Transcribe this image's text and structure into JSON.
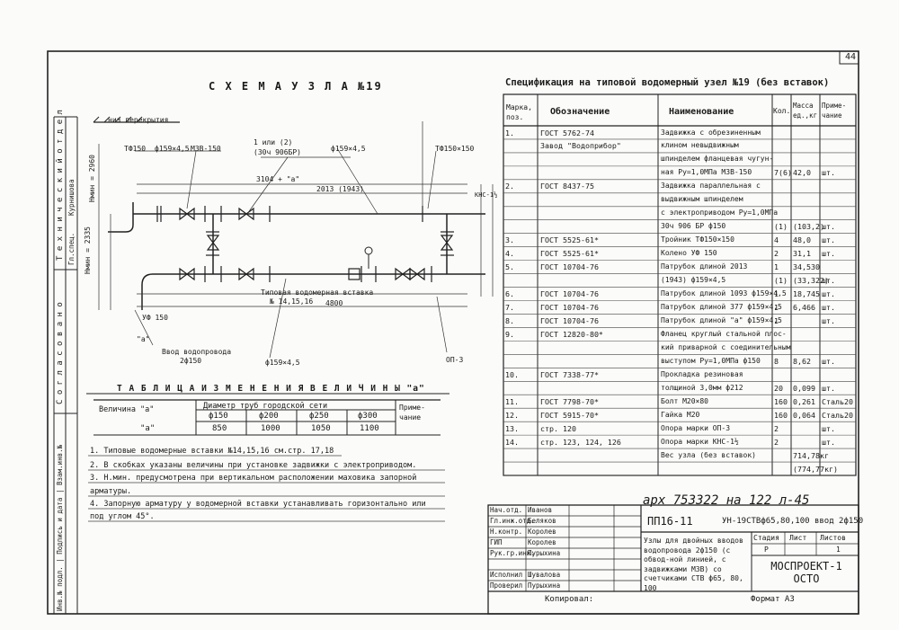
{
  "page_number": "44",
  "scheme_title": "С Х Е М А   У З Л А   №19",
  "spec_title": "Спецификация на типовой водомерный узел №19 (без вставок)",
  "spec_headers": [
    "Марка, поз.",
    "Обозначение",
    "Наименование",
    "Кол.",
    "Масса ед.,кг",
    "Приме-чание"
  ],
  "spec_rows": [
    [
      "1.",
      "ГОСТ 5762-74",
      "Задвижка с обрезиненным",
      "",
      "",
      ""
    ],
    [
      "",
      "Завод \"Водоприбор\"",
      "клином невыдвижным",
      "",
      "",
      ""
    ],
    [
      "",
      "",
      "шпинделем фланцевая чугун-",
      "",
      "",
      ""
    ],
    [
      "",
      "",
      "ная Ру=1,0МПа  М3В-150",
      "7(6)",
      "42,0",
      "шт."
    ],
    [
      "2.",
      "ГОСТ 8437-75",
      "Задвижка параллельная с",
      "",
      "",
      ""
    ],
    [
      "",
      "",
      "выдвижным шпинделем",
      "",
      "",
      ""
    ],
    [
      "",
      "",
      "с электроприводом Ру=1,0МПа",
      "",
      "",
      ""
    ],
    [
      "",
      "",
      "30ч 906 БР        ф150",
      "(1)",
      "(103,2)",
      "шт."
    ],
    [
      "3.",
      "ГОСТ 5525-61*",
      "Тройник ТФ150×150",
      "4",
      "48,0",
      "шт."
    ],
    [
      "4.",
      "ГОСТ 5525-61*",
      "Колено УФ 150",
      "2",
      "31,1",
      "шт."
    ],
    [
      "5.",
      "ГОСТ 10704-76",
      "Патрубок длиной 2013",
      "1",
      "34,530",
      ""
    ],
    [
      "",
      "",
      "(1943)         ф159×4,5",
      "(1)",
      "(33,322)",
      "шт."
    ],
    [
      "6.",
      "ГОСТ 10704-76",
      "Патрубок длиной 1093 ф159×4,5",
      "1",
      "18,745",
      "шт."
    ],
    [
      "7.",
      "ГОСТ 10704-76",
      "Патрубок длиной 377 ф159×4,5",
      "1",
      "6,466",
      "шт."
    ],
    [
      "8.",
      "ГОСТ 10704-76",
      "Патрубок длиной \"а\" ф159×4,5",
      "1",
      "",
      "шт."
    ],
    [
      "9.",
      "ГОСТ 12820-80*",
      "Фланец круглый стальной плос-",
      "",
      "",
      ""
    ],
    [
      "",
      "",
      "кий приварной с соединительным",
      "",
      "",
      ""
    ],
    [
      "",
      "",
      "выступом  Ру=1,0МПа  ф150",
      "8",
      "8,62",
      "шт."
    ],
    [
      "10.",
      "ГОСТ 7338-77*",
      "Прокладка резиновая",
      "",
      "",
      ""
    ],
    [
      "",
      "",
      "толщиной 3,0мм    ф212",
      "20",
      "0,099",
      "шт."
    ],
    [
      "11.",
      "ГОСТ 7798-70*",
      "Болт М20×80",
      "160",
      "0,261",
      "Сталь20"
    ],
    [
      "12.",
      "ГОСТ 5915-70*",
      "Гайка М20",
      "160",
      "0,064",
      "Сталь20"
    ],
    [
      "13.",
      "стр. 120",
      "Опора марки ОП-3",
      "2",
      "",
      "шт."
    ],
    [
      "14.",
      "стр. 123, 124, 126",
      "Опора марки КНС-1½",
      "2",
      "",
      "шт."
    ],
    [
      "",
      "",
      "Вес узла (без вставок)",
      "",
      "714,78кг",
      ""
    ],
    [
      "",
      "",
      "",
      "",
      "(774,77кг)",
      ""
    ]
  ],
  "changes_table": {
    "title": "Т А Б Л И Ц А   И З М Е Н Е Н И Я   В Е Л И Ч И Н Ы   \"а\"",
    "col_value": "Величина \"а\"",
    "col_diam": "Диаметр труб городской сети",
    "col_note": "Приме-чание",
    "diams": [
      "ф150",
      "ф200",
      "ф250",
      "ф300"
    ],
    "row_label": "\"а\"",
    "values": [
      "850",
      "1000",
      "1050",
      "1100"
    ]
  },
  "notes": [
    "1. Типовые водомерные вставки №14,15,16 см.стр. 17,18",
    "2. В скобках указаны величины при установке задвижки с электроприводом.",
    "3. Н.мин. предусмотрена при вертикальном расположении маховика запорной",
    "    арматуры.",
    "4. Запорную арматуру у водомерной вставки устанавливать горизонтально или",
    "    под углом 45°."
  ],
  "archive_number": "арх 753322 на 122 л-45",
  "doc_code": "ПП16-11",
  "node_code": "УН-19СТВф65,80,100 ввод 2ф150",
  "project_title": "Узлы для двойных вводов водопровода 2ф150 (с обвод-ной линией, с задвижками М3В) со счетчиками СТВ ф65, 80, 100",
  "org": "МОСПРОЕКТ-1 ОСТО",
  "stage_hdr": [
    "Стадия",
    "Лист",
    "Листов"
  ],
  "stage_vals": [
    "Р",
    "",
    "1"
  ],
  "signers": [
    [
      "Нач.отд.",
      "Иванов"
    ],
    [
      "Гл.инж.отд.",
      "Беляков"
    ],
    [
      "Н.контр.",
      "Королев"
    ],
    [
      "ГИП",
      "Королев"
    ],
    [
      "Рук.гр.инж.",
      "Пурыхина"
    ],
    [
      " ",
      " "
    ],
    [
      "Исполнил",
      "Шувалова"
    ],
    [
      "Проверил",
      "Пурыхина"
    ]
  ],
  "copied": "Копировал:",
  "format": "Формат А3",
  "side_dept": "Т е х н и ч е с к и й   о т д е л",
  "side_agreed": "С о г л а с о в а н о",
  "side_specialist": "Гл.спец.",
  "side_kurnishova": "Курнишова",
  "side_stamp": "Инв.№ подл. | Подпись и дата | Взам.инв.№",
  "scheme_labels": {
    "floor": "низ перекрытия",
    "tf_left": "ТФ150",
    "d159_a": "ф159×4,5",
    "m3v": "М3В-150",
    "ins_1": "1 или (2)",
    "ins_2": "(30ч 906БР)",
    "d159_b": "ф159×4,5",
    "tf_right": "ТФ150×150",
    "dim_3104": "3104 + \"а\"",
    "dim_2013": "2013 (1943)",
    "insert": "Типовая водомерная вставка",
    "insert_no": "№ 14,15,16",
    "dim_4800": "4800",
    "entry_1": "Ввод водопровода",
    "entry_2": "2ф150",
    "d159_c": "ф159×4,5",
    "op3": "ОП-3",
    "kns": "КНС-1½",
    "uf150": "УФ 150",
    "a_mark": "\"а\"",
    "hmin": "Нмин = 2335",
    "hmin2": "Нмин = 2960"
  }
}
